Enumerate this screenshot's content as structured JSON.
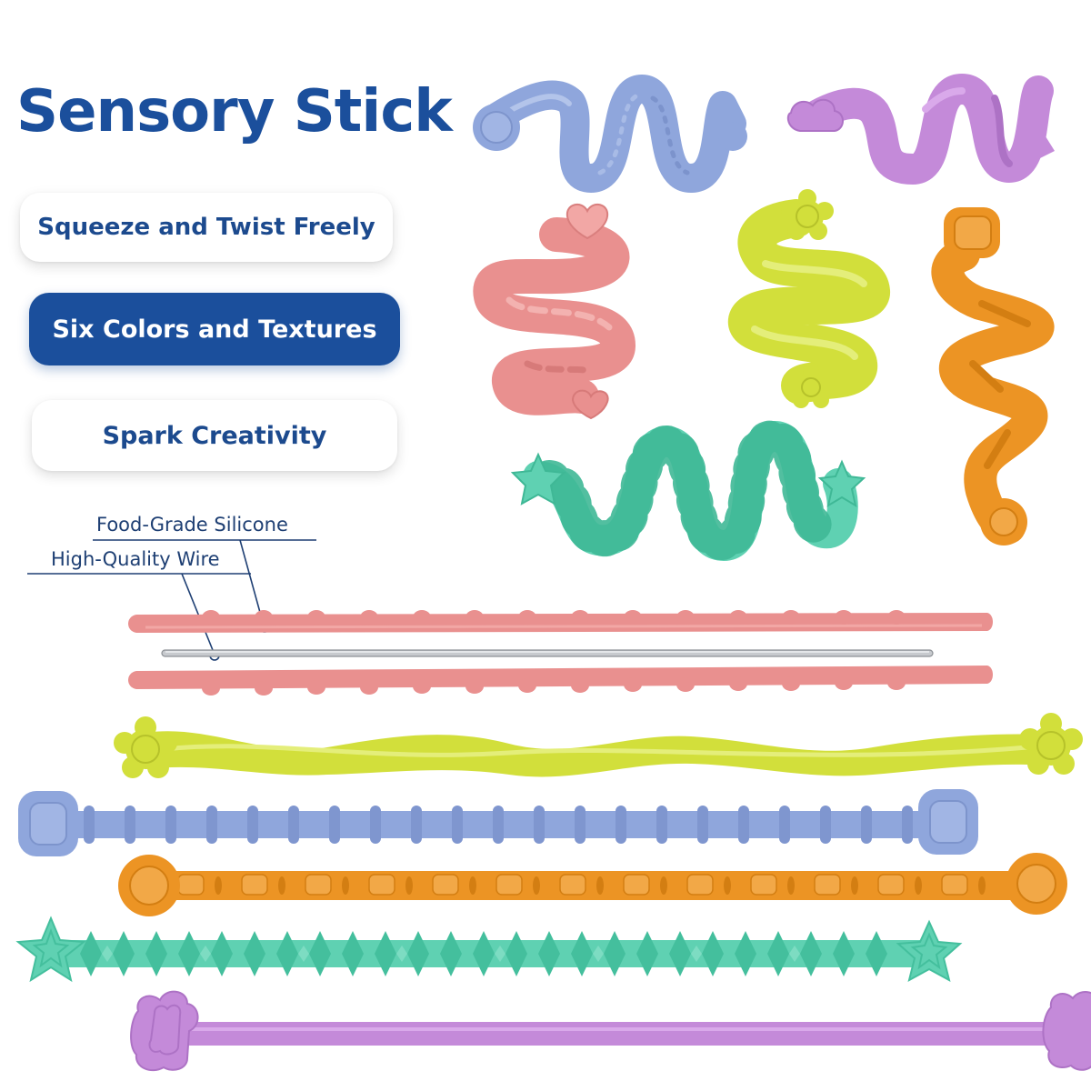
{
  "title": "Sensory Stick",
  "features": [
    {
      "label": "Squeeze and Twist Freely",
      "style": "light"
    },
    {
      "label": "Six Colors and Textures",
      "style": "highlighted"
    },
    {
      "label": "Spark Creativity",
      "style": "light"
    }
  ],
  "callouts": {
    "silicone": "Food-Grade Silicone",
    "wire": "High-Quality Wire"
  },
  "colors": {
    "brand_blue": "#1b4f9c",
    "pink": "#e9908f",
    "lime": "#d2df3b",
    "periwinkle": "#8fa6dc",
    "orange": "#ec9424",
    "mint": "#5fd1b2",
    "lavender": "#c48ad9"
  },
  "products": [
    {
      "color": "periwinkle",
      "end_shape": "rounded-square"
    },
    {
      "color": "lavender",
      "end_shape": "cloud"
    },
    {
      "color": "pink",
      "end_shape": "heart"
    },
    {
      "color": "lime",
      "end_shape": "flower"
    },
    {
      "color": "orange",
      "end_shape": "rounded-square"
    },
    {
      "color": "mint",
      "end_shape": "star"
    }
  ]
}
